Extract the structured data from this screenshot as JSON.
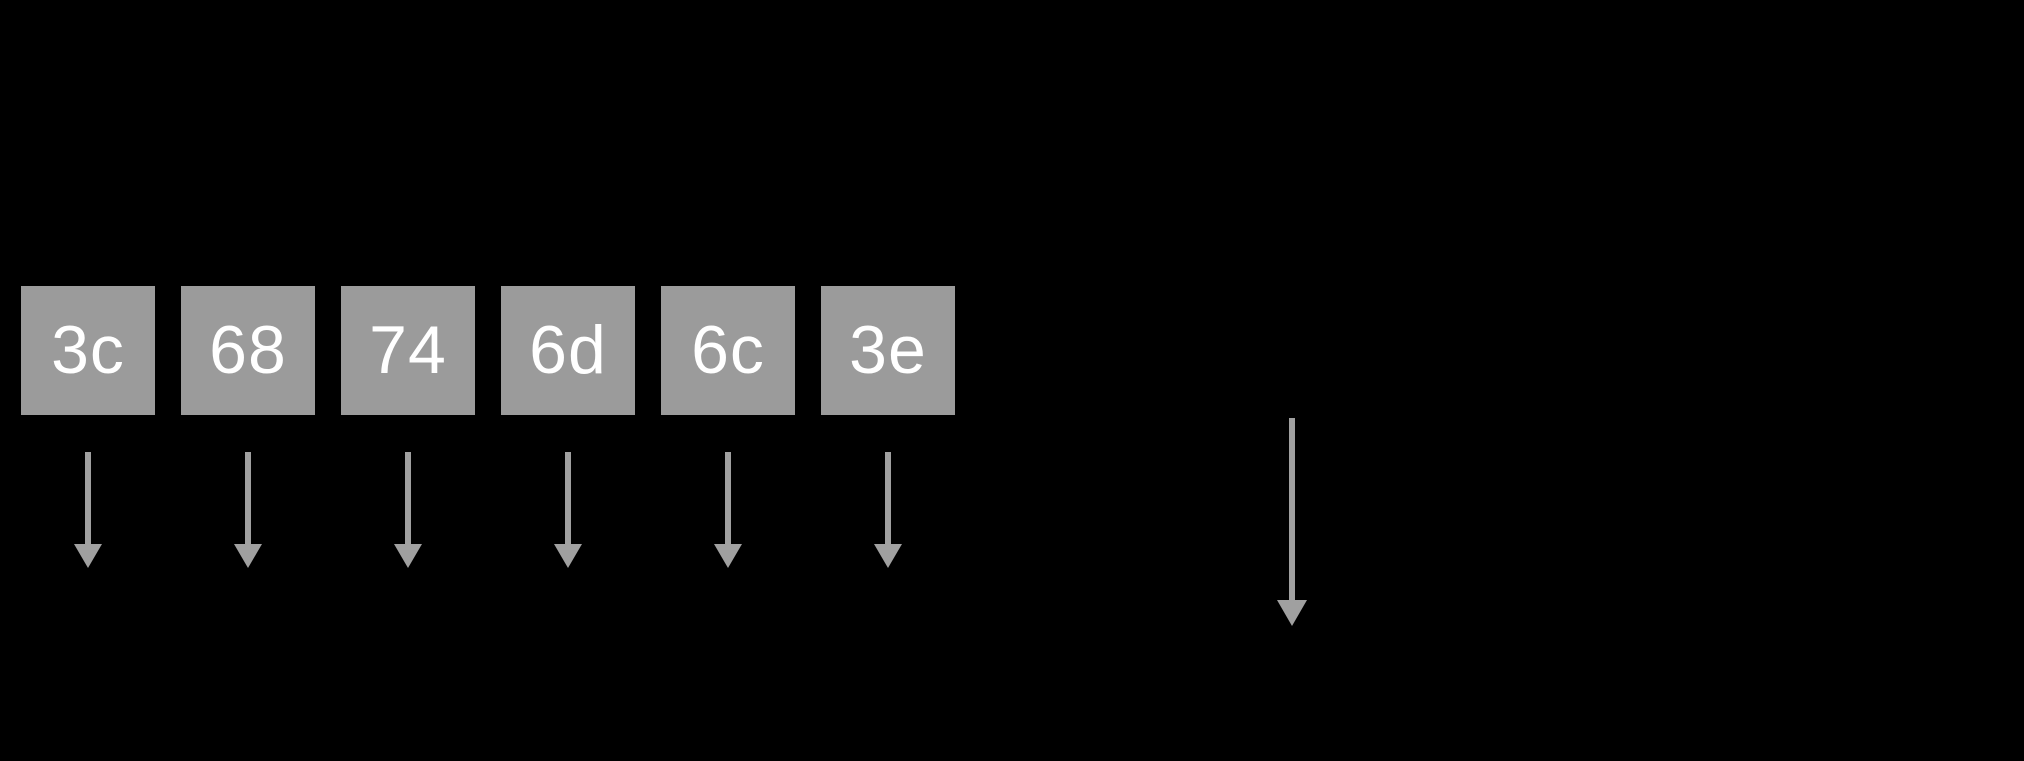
{
  "diagram": {
    "background_color": "#000000",
    "byte_boxes": {
      "box_color": "#9b9b9b",
      "text_color": "#ffffff",
      "values": [
        "3c",
        "68",
        "74",
        "6d",
        "6c",
        "3e"
      ]
    },
    "arrows": {
      "color": "#a0a0a0",
      "short_arrow_count": 6,
      "long_arrow_count": 1
    }
  }
}
